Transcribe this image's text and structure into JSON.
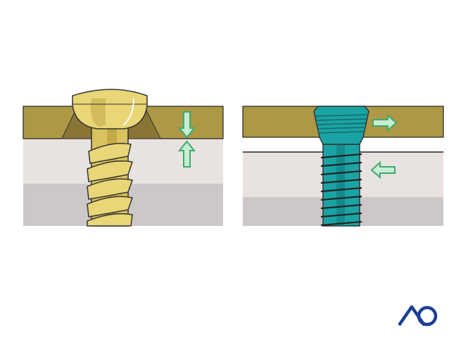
{
  "logo": {
    "text": "AO",
    "color": "#1b3f94"
  },
  "colors": {
    "plate": "#ad9845",
    "plate_shadow": "#8a7535",
    "bone_cortex": "#e8e3e0",
    "bone_cancellous": "#cdc8c8",
    "gold_screw": "#e9d677",
    "teal_screw": "#1aa3a4",
    "arrow_fill": "#c9ecd4",
    "arrow_stroke": "#3aab6e"
  },
  "panels": [
    {
      "screw": "conventional-screw",
      "arrows": [
        "arrow-down",
        "arrow-up"
      ]
    },
    {
      "screw": "locking-screw",
      "arrows": [
        "arrow-right",
        "arrow-left"
      ]
    }
  ]
}
